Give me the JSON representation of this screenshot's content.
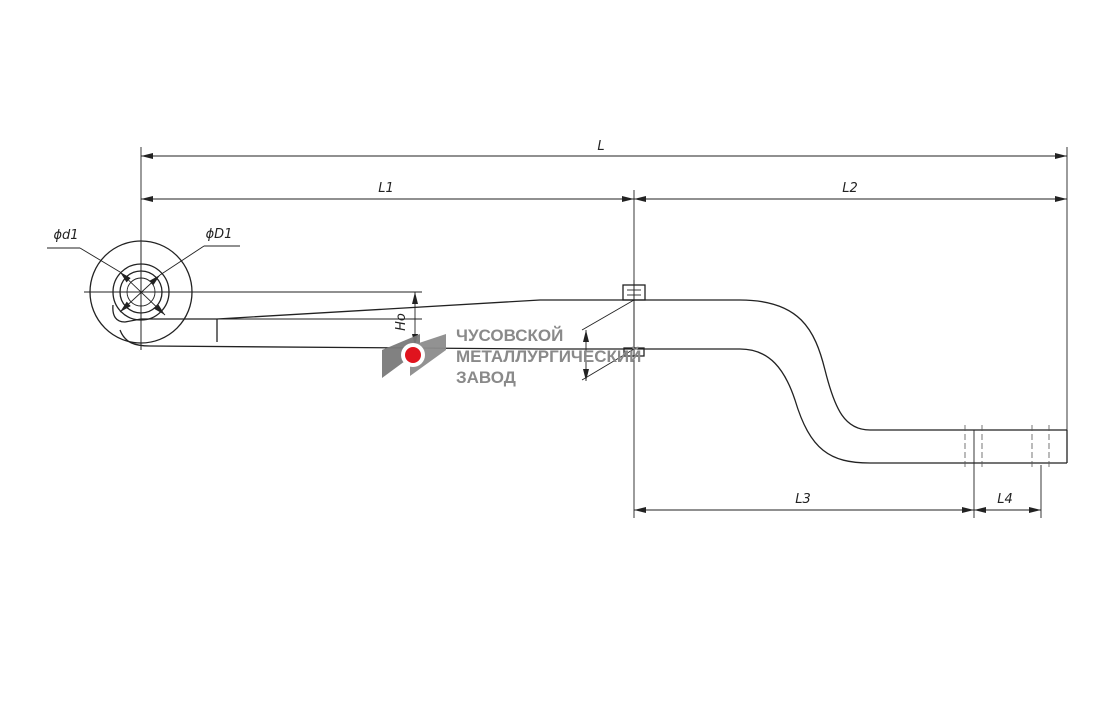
{
  "dimensions": {
    "L": "L",
    "L1": "L1",
    "L2": "L2",
    "L3": "L3",
    "L4": "L4",
    "Ho": "Ho",
    "d1": "ϕd1",
    "D1": "ϕD1"
  },
  "watermark": {
    "line1": "ЧУСОВСКОЙ",
    "line2": "МЕТАЛЛУРГИЧЕСКИЙ",
    "line3": "ЗАВОД",
    "colors": {
      "text": "#8a8a8a",
      "dot": "#e0141e",
      "logo": "#7a7a7a"
    }
  }
}
